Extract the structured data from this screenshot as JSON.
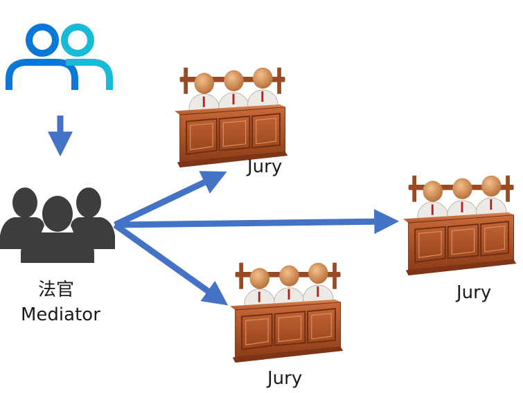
{
  "mediator": {
    "label_cn": "法官",
    "label_en": "Mediator"
  },
  "juries": [
    {
      "label": "Jury"
    },
    {
      "label": "Jury"
    },
    {
      "label": "Jury"
    }
  ],
  "icons": {
    "users": "users-outline-icon",
    "mediator": "group-people-icon",
    "jury": "jury-box-icon"
  },
  "colors": {
    "arrow": "#4472C4",
    "users_left": "#0A78D4",
    "users_right": "#19B9D8",
    "mediator": "#3d3d3d",
    "box": "#B4552A",
    "box_dark": "#7E3515",
    "skin": "#D8955A"
  }
}
